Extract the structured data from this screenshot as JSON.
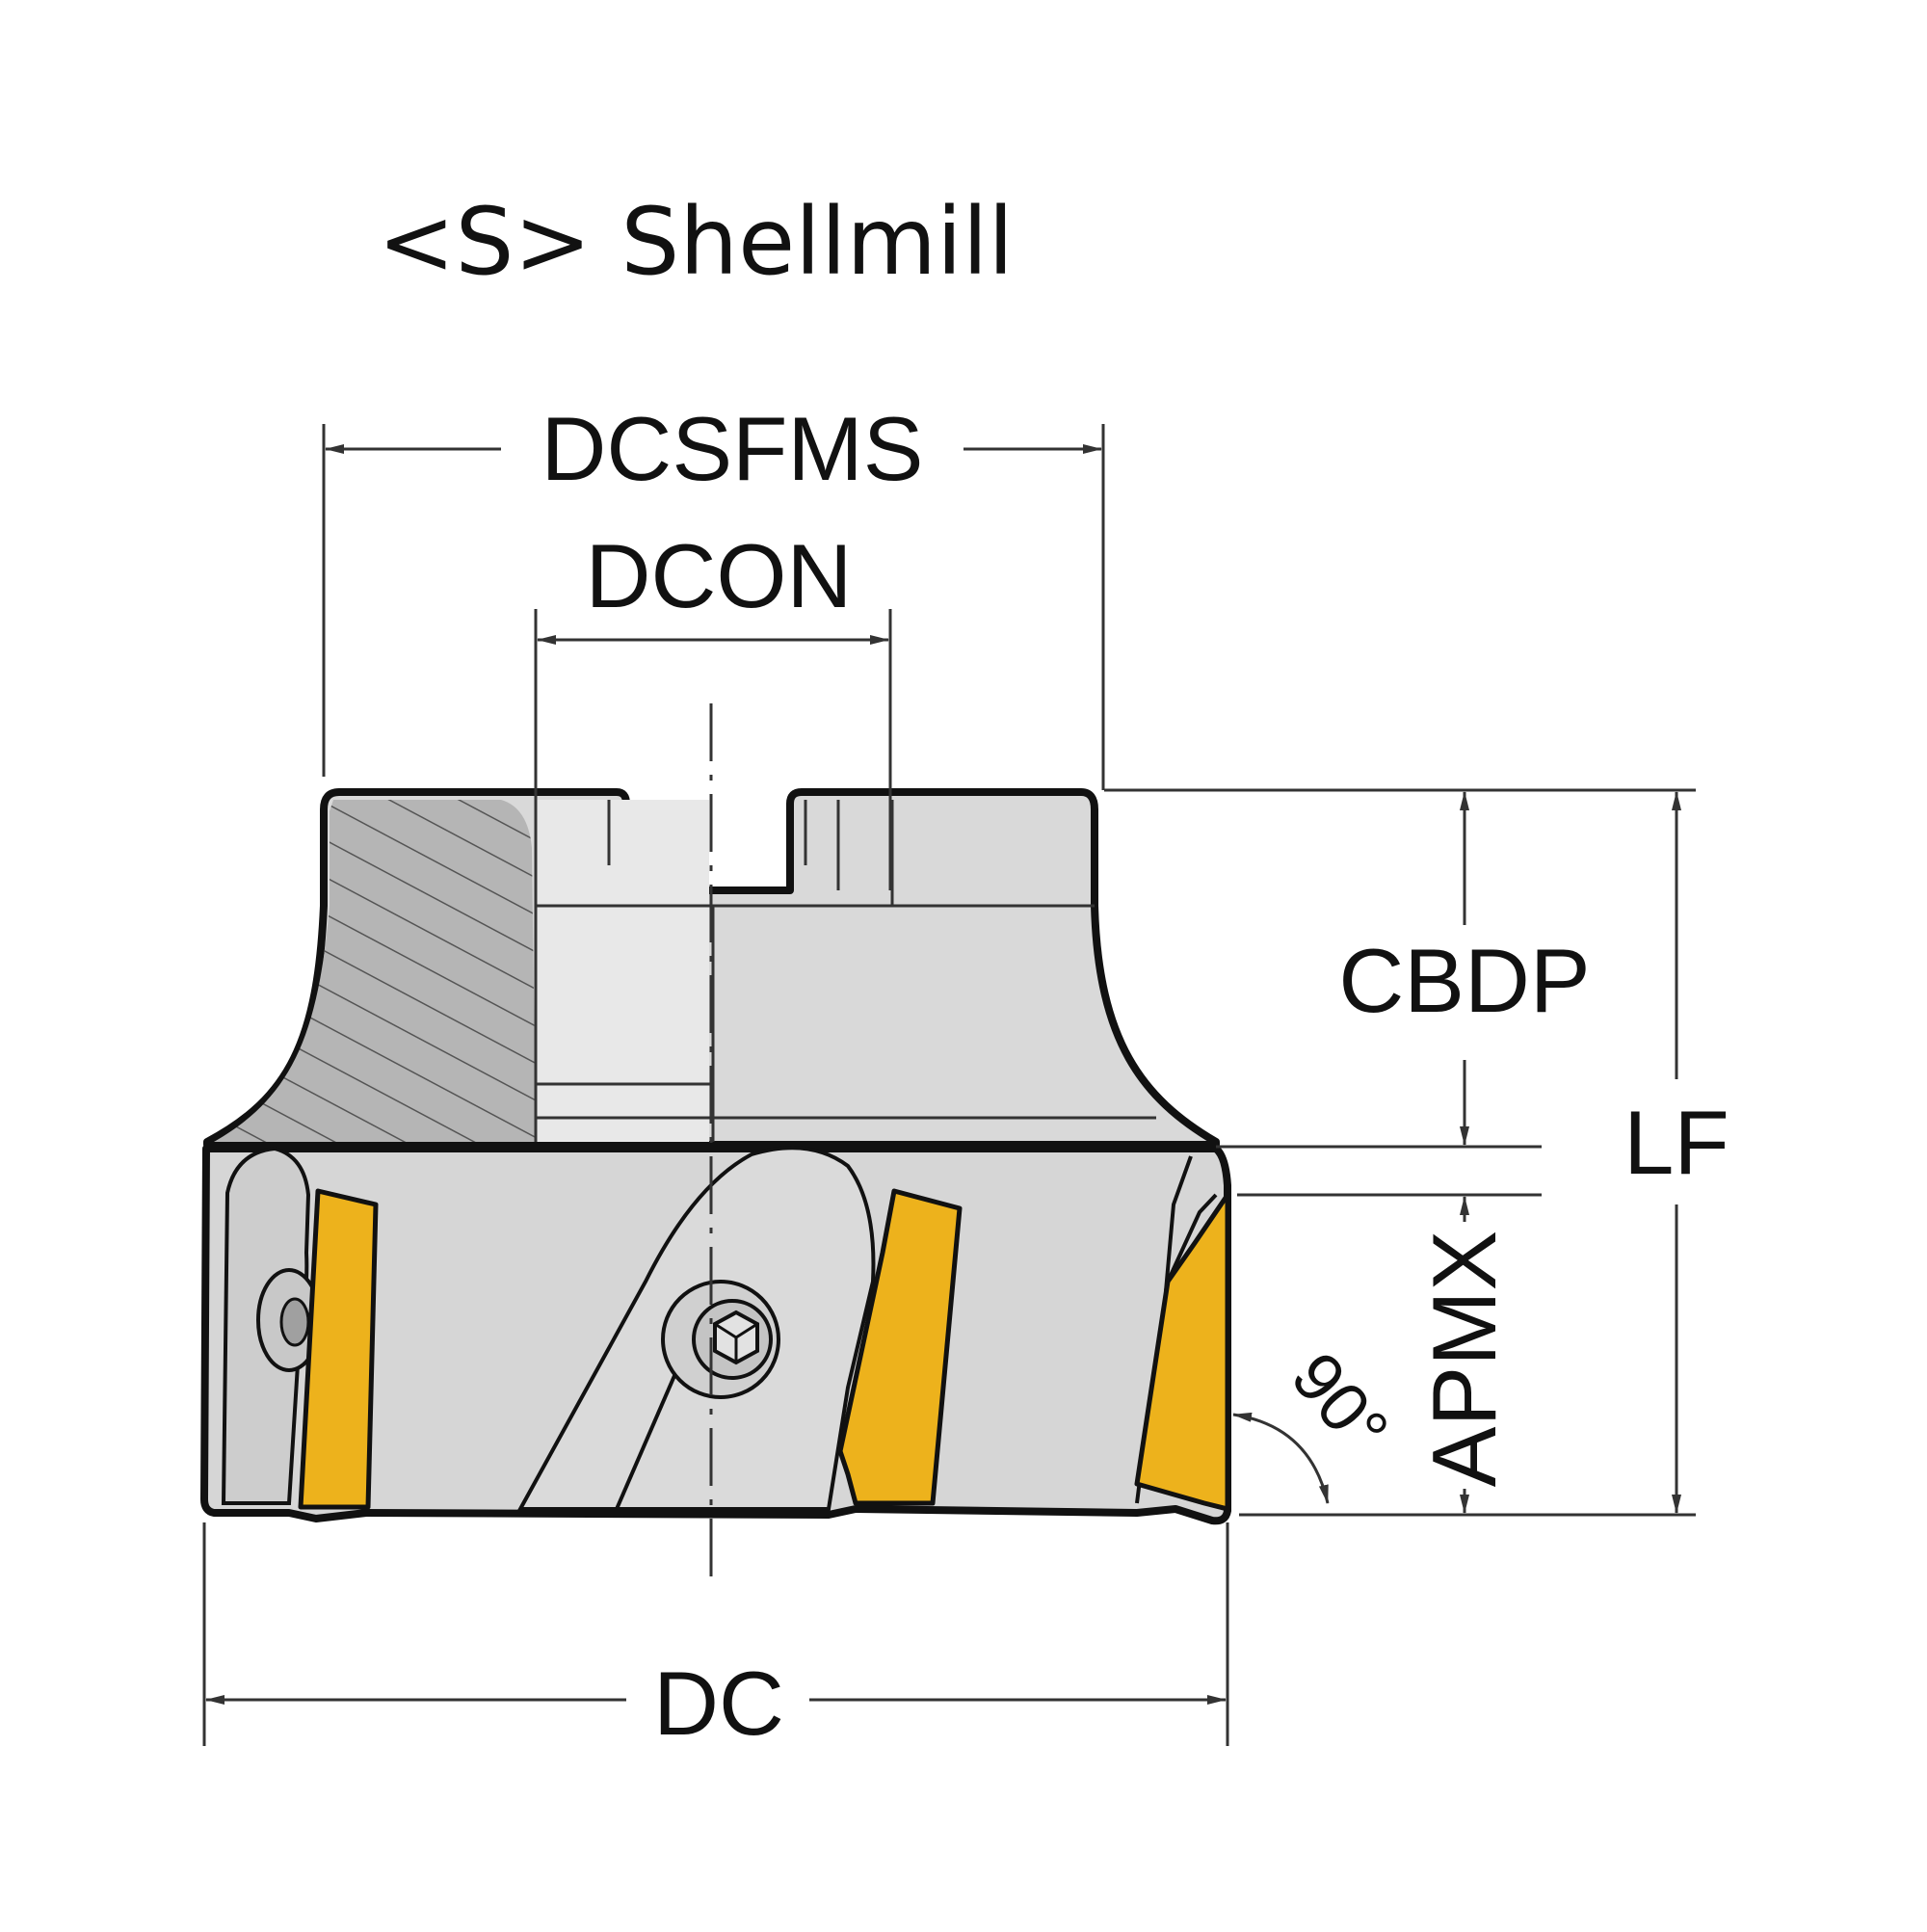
{
  "title": "<S> Shellmill",
  "dimensions": {
    "dcsfms": "DCSFMS",
    "dcon": "DCON",
    "cbdp": "CBDP",
    "lf": "LF",
    "apmx": "APMX",
    "dc": "DC",
    "angle": "90°"
  },
  "colors": {
    "insert": "#EDB21C",
    "body": "#D9D9D9",
    "hatch": "#B7B7B7",
    "outline": "#111111",
    "dimension_line": "#333333"
  }
}
